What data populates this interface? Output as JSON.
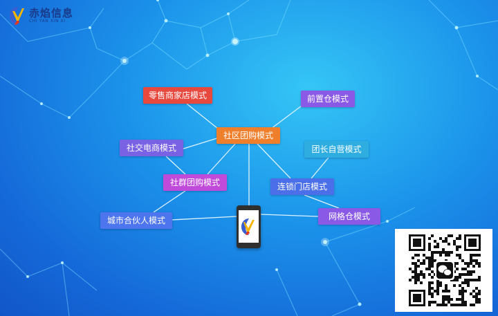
{
  "brand": {
    "name": "赤焰信息",
    "subtitle": "CHI YAN XIN XI",
    "logo_colors": [
      "#f6b500",
      "#e8371c",
      "#3a5fd0"
    ]
  },
  "diagram": {
    "center": {
      "label": "社区团购模式",
      "color": "#f07f2c"
    },
    "nodes": [
      {
        "id": "lingshou",
        "label": "零售商家店模式",
        "color": "#e8493f"
      },
      {
        "id": "qianzhi",
        "label": "前置仓模式",
        "color": "#8a5ae6"
      },
      {
        "id": "shejiao",
        "label": "社交电商模式",
        "color": "#7a62e4"
      },
      {
        "id": "tuanzhang",
        "label": "团长自营模式",
        "color": "#2eaee0"
      },
      {
        "id": "shequn",
        "label": "社群团购模式",
        "color": "#c04ad9"
      },
      {
        "id": "liansuo",
        "label": "连锁门店模式",
        "color": "#4a6fe8"
      },
      {
        "id": "chengshi",
        "label": "城市合伙人模式",
        "color": "#4d75ee"
      },
      {
        "id": "wangge",
        "label": "网格仓模式",
        "color": "#8a5ae6"
      }
    ],
    "phone_icon": "smartphone-app-icon"
  },
  "qr_code": {
    "icon": "wechat-icon"
  }
}
